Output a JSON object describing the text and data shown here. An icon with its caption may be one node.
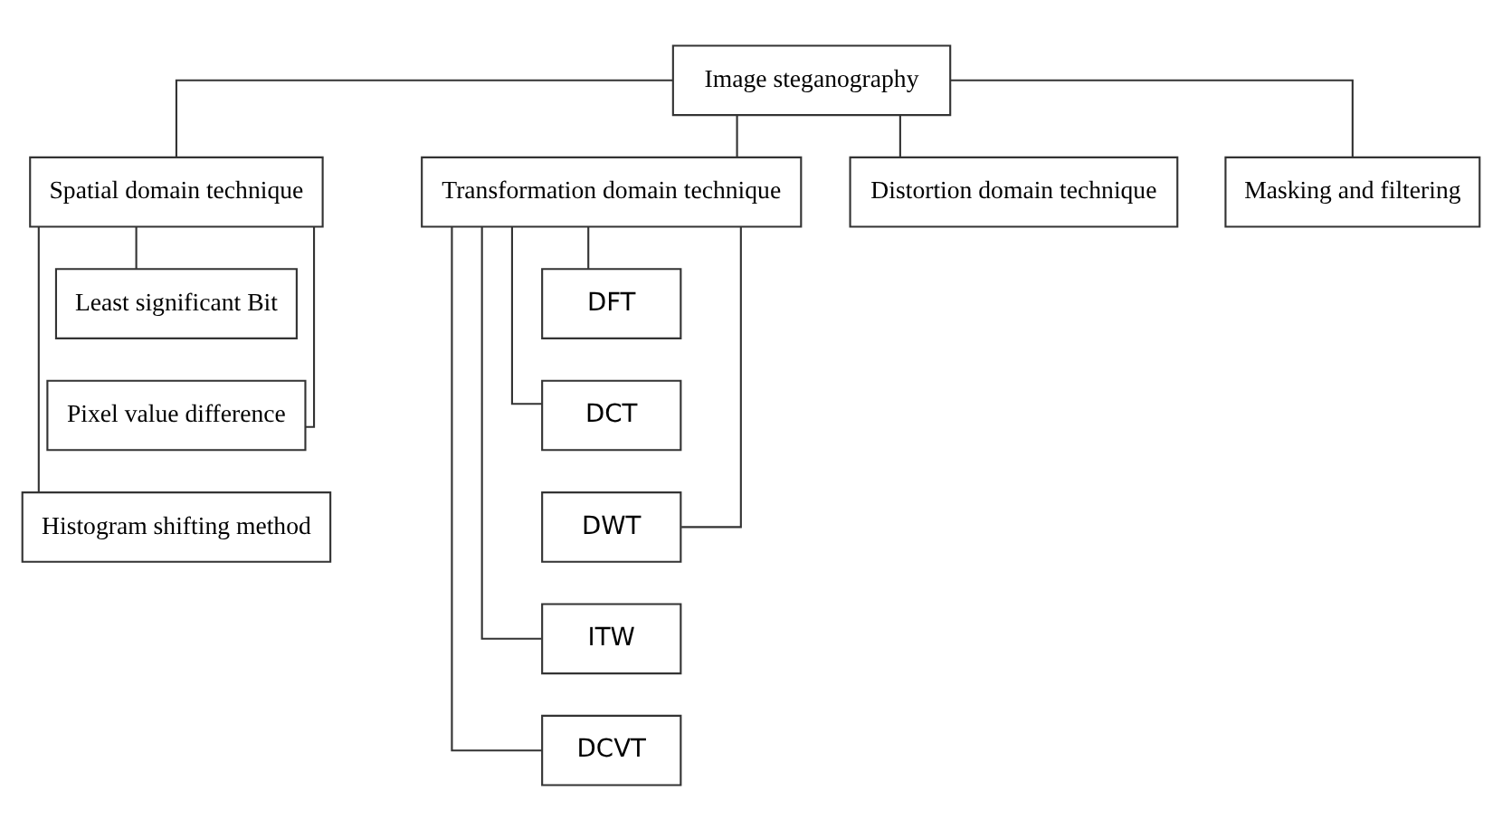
{
  "diagram": {
    "nodes": [
      {
        "text": [
          "Image steganography"
        ]
      },
      {
        "text": [
          "Spatial domain technique"
        ]
      },
      {
        "text": [
          "Transformation domain technique"
        ]
      },
      {
        "text": [
          "Distortion domain technique"
        ]
      },
      {
        "text": [
          "Masking and filtering"
        ]
      },
      {
        "text": [
          "Least significant Bit"
        ]
      },
      {
        "text": [
          "Pixel value difference"
        ]
      },
      {
        "text": [
          "Histogram shifting method"
        ]
      },
      {
        "text": [
          "DFT"
        ]
      },
      {
        "text": [
          "DCT"
        ]
      },
      {
        "text": [
          "DWT"
        ]
      },
      {
        "text": [
          "ITW"
        ]
      },
      {
        "text": [
          "DCVT"
        ]
      }
    ],
    "edges": [
      {
        "from": 0,
        "to": 1,
        "arrow": "none"
      },
      {
        "from": 0,
        "to": 2,
        "arrow": "none"
      },
      {
        "from": 0,
        "to": 3,
        "arrow": "none"
      },
      {
        "from": 0,
        "to": 4,
        "arrow": "none"
      },
      {
        "from": 1,
        "to": 5,
        "arrow": "none"
      },
      {
        "from": 1,
        "to": 6,
        "arrow": "none"
      },
      {
        "from": 1,
        "to": 7,
        "arrow": "none"
      },
      {
        "from": 2,
        "to": 8,
        "arrow": "none"
      },
      {
        "from": 2,
        "to": 9,
        "arrow": "none"
      },
      {
        "from": 2,
        "to": 10,
        "arrow": "none"
      },
      {
        "from": 2,
        "to": 11,
        "arrow": "none"
      },
      {
        "from": 2,
        "to": 12,
        "arrow": "none"
      }
    ]
  }
}
